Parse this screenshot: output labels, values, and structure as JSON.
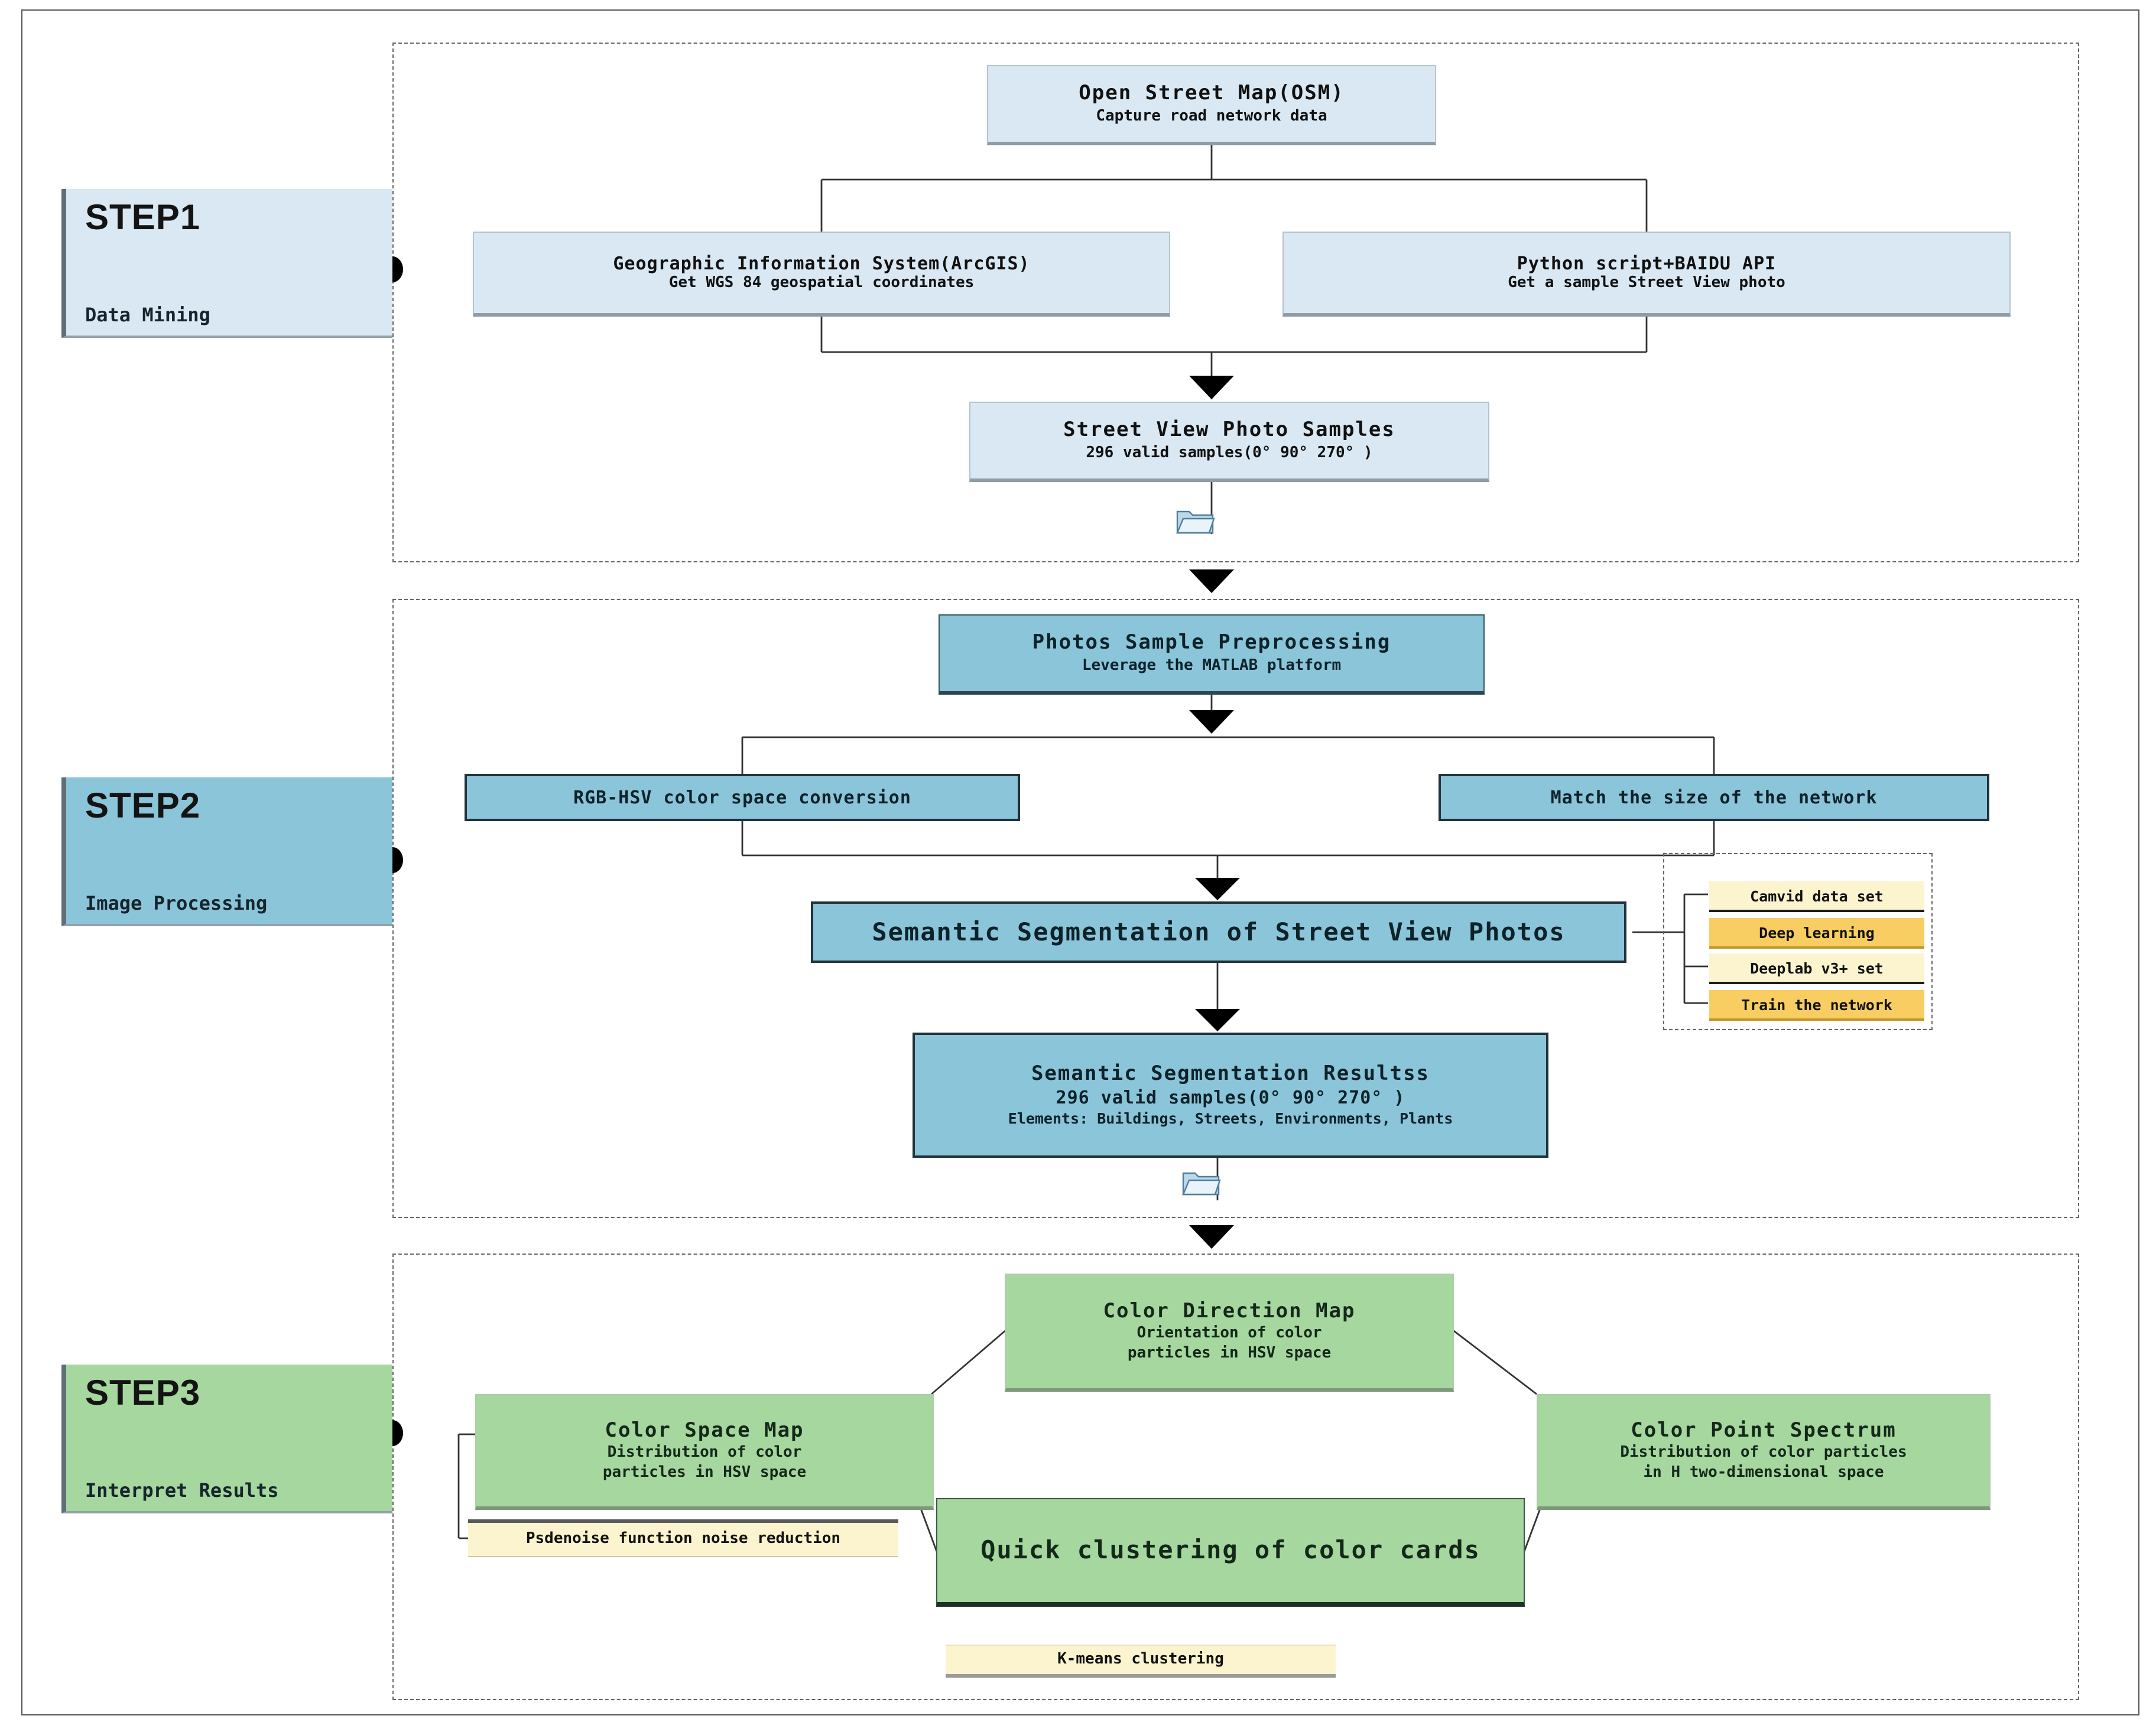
{
  "colors": {
    "step1_fill": "#d9e8f3",
    "step2_fill": "#8bc5da",
    "step3_fill": "#a5d79f",
    "pale_yellow": "#fbf4cf",
    "gold": "#f8ce63",
    "step1_number": "#8fc3e0",
    "arrow_black": "#000000"
  },
  "step_labels": [
    {
      "prefix": "STEP",
      "number": "1",
      "caption": "Data Mining"
    },
    {
      "prefix": "STEP",
      "number": "2",
      "caption": "Image Processing"
    },
    {
      "prefix": "STEP",
      "number": "3",
      "caption": "Interpret Results"
    }
  ],
  "step1": {
    "osm": {
      "title": "Open Street Map(OSM)",
      "subtitle": "Capture road network data"
    },
    "arcgis": {
      "title": "Geographic Information System(ArcGIS)",
      "subtitle": "Get WGS 84 geospatial coordinates"
    },
    "python": {
      "title": "Python script+BAIDU API",
      "subtitle": "Get a sample Street View photo"
    },
    "samples": {
      "title": "Street View Photo Samples",
      "subtitle": "296 valid samples(0° 90° 270° )"
    }
  },
  "step2": {
    "preprocessing": {
      "title": "Photos Sample Preprocessing",
      "subtitle": "Leverage the MATLAB platform"
    },
    "rgb_hsv": {
      "label": "RGB-HSV color space conversion"
    },
    "match": {
      "label": "Match the size of the network"
    },
    "segmentation": {
      "title": "Semantic Segmentation of Street View Photos"
    },
    "training_panel": {
      "rows": [
        "Camvid data set",
        "Deep learning",
        "Deeplab v3+ set",
        "Train the network"
      ]
    },
    "results": {
      "title": "Semantic Segmentation Resultss",
      "subtitle": "296 valid samples(0° 90° 270° )",
      "elements": "Elements: Buildings, Streets, Environments, Plants"
    }
  },
  "step3": {
    "direction": {
      "title": "Color Direction Map",
      "subtitle_line1": "Orientation of color",
      "subtitle_line2": "particles in HSV space"
    },
    "space": {
      "title": "Color Space Map",
      "subtitle_line1": "Distribution of color",
      "subtitle_line2": "particles in HSV space"
    },
    "spectrum": {
      "title": "Color Point Spectrum",
      "subtitle_line1": "Distribution of color particles",
      "subtitle_line2": "in H two-dimensional space"
    },
    "psdenoise": {
      "label": "Psdenoise function noise reduction"
    },
    "quick_clustering": {
      "title": "Quick clustering of color cards"
    },
    "kmeans": {
      "label": "K-means clustering"
    }
  }
}
